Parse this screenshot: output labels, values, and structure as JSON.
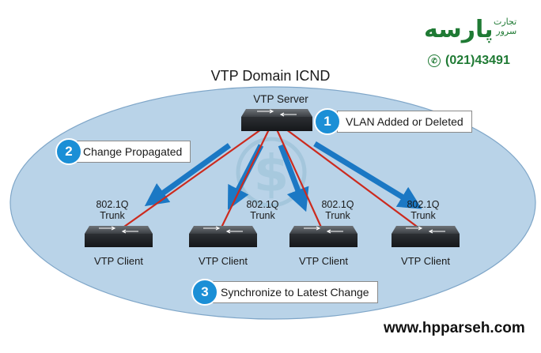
{
  "diagram": {
    "domain_title": "VTP Domain ICND",
    "server_label": "VTP Server",
    "clients": [
      {
        "label": "VTP Client"
      },
      {
        "label": "VTP Client"
      },
      {
        "label": "VTP Client"
      },
      {
        "label": "VTP Client"
      }
    ],
    "trunks": [
      {
        "line1": "802.1Q",
        "line2": "Trunk"
      },
      {
        "line1": "802.1Q",
        "line2": "Trunk"
      },
      {
        "line1": "802.1Q",
        "line2": "Trunk"
      },
      {
        "line1": "802.1Q",
        "line2": "Trunk"
      }
    ],
    "steps": [
      {
        "number": "1",
        "text": "VLAN Added or Deleted"
      },
      {
        "number": "2",
        "text": "Change Propagated"
      },
      {
        "number": "3",
        "text": "Synchronize to Latest Change"
      }
    ]
  },
  "branding": {
    "word": "پارسه",
    "sub_line1": "تجارت",
    "sub_line2": "سرور",
    "phone": "(021)43491",
    "phone_icon": "phone-icon",
    "website": "www.hpparseh.com"
  },
  "colors": {
    "domain_fill": "#b9d3e8",
    "domain_stroke": "#7fa6c8",
    "arrow": "#1b78c4",
    "trunk_line": "#cc2a1e",
    "badge": "#1b8fd6",
    "brand_green": "#1f7a34"
  },
  "icons": {
    "switch": "switch-icon",
    "watermark": "dollar-globe-watermark-icon"
  }
}
